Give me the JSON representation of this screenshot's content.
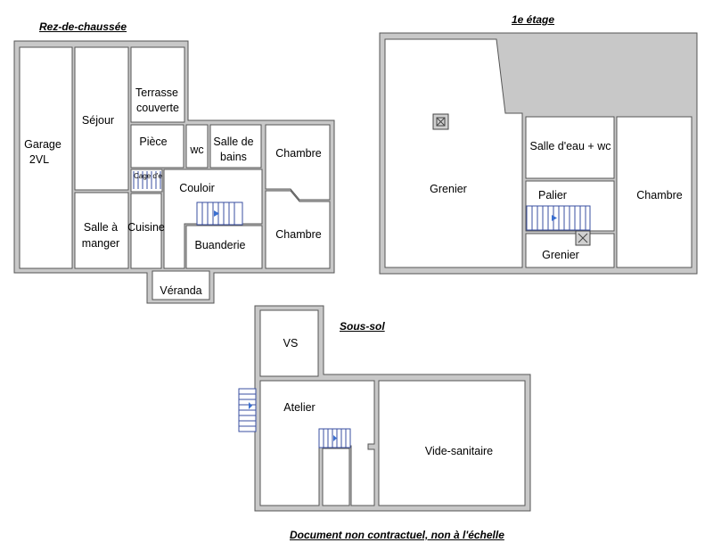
{
  "titles": {
    "ground_floor": "Rez-de-chaussée",
    "first_floor": "1e étage",
    "basement": "Sous-sol",
    "disclaimer": "Document non contractuel, non à l'échelle"
  },
  "ground_floor_rooms": {
    "garage_line1": "Garage",
    "garage_line2": "2VL",
    "sejour": "Séjour",
    "terrasse_line1": "Terrasse",
    "terrasse_line2": "couverte",
    "piece": "Pièce",
    "wc": "wc",
    "sdb_line1": "Salle de",
    "sdb_line2": "bains",
    "chambre_1": "Chambre",
    "chambre_2": "Chambre",
    "cage": "Cage d'e",
    "couloir": "Couloir",
    "salle_manger_line1": "Salle à",
    "salle_manger_line2": "manger",
    "cuisine": "Cuisine",
    "buanderie": "Buanderie",
    "veranda": "Véranda"
  },
  "first_floor_rooms": {
    "grenier_main": "Grenier",
    "salle_eau": "Salle d'eau + wc",
    "palier": "Palier",
    "chambre": "Chambre",
    "grenier_small": "Grenier"
  },
  "basement_rooms": {
    "vs": "VS",
    "atelier": "Atelier",
    "vide_sanitaire": "Vide-sanitaire"
  }
}
